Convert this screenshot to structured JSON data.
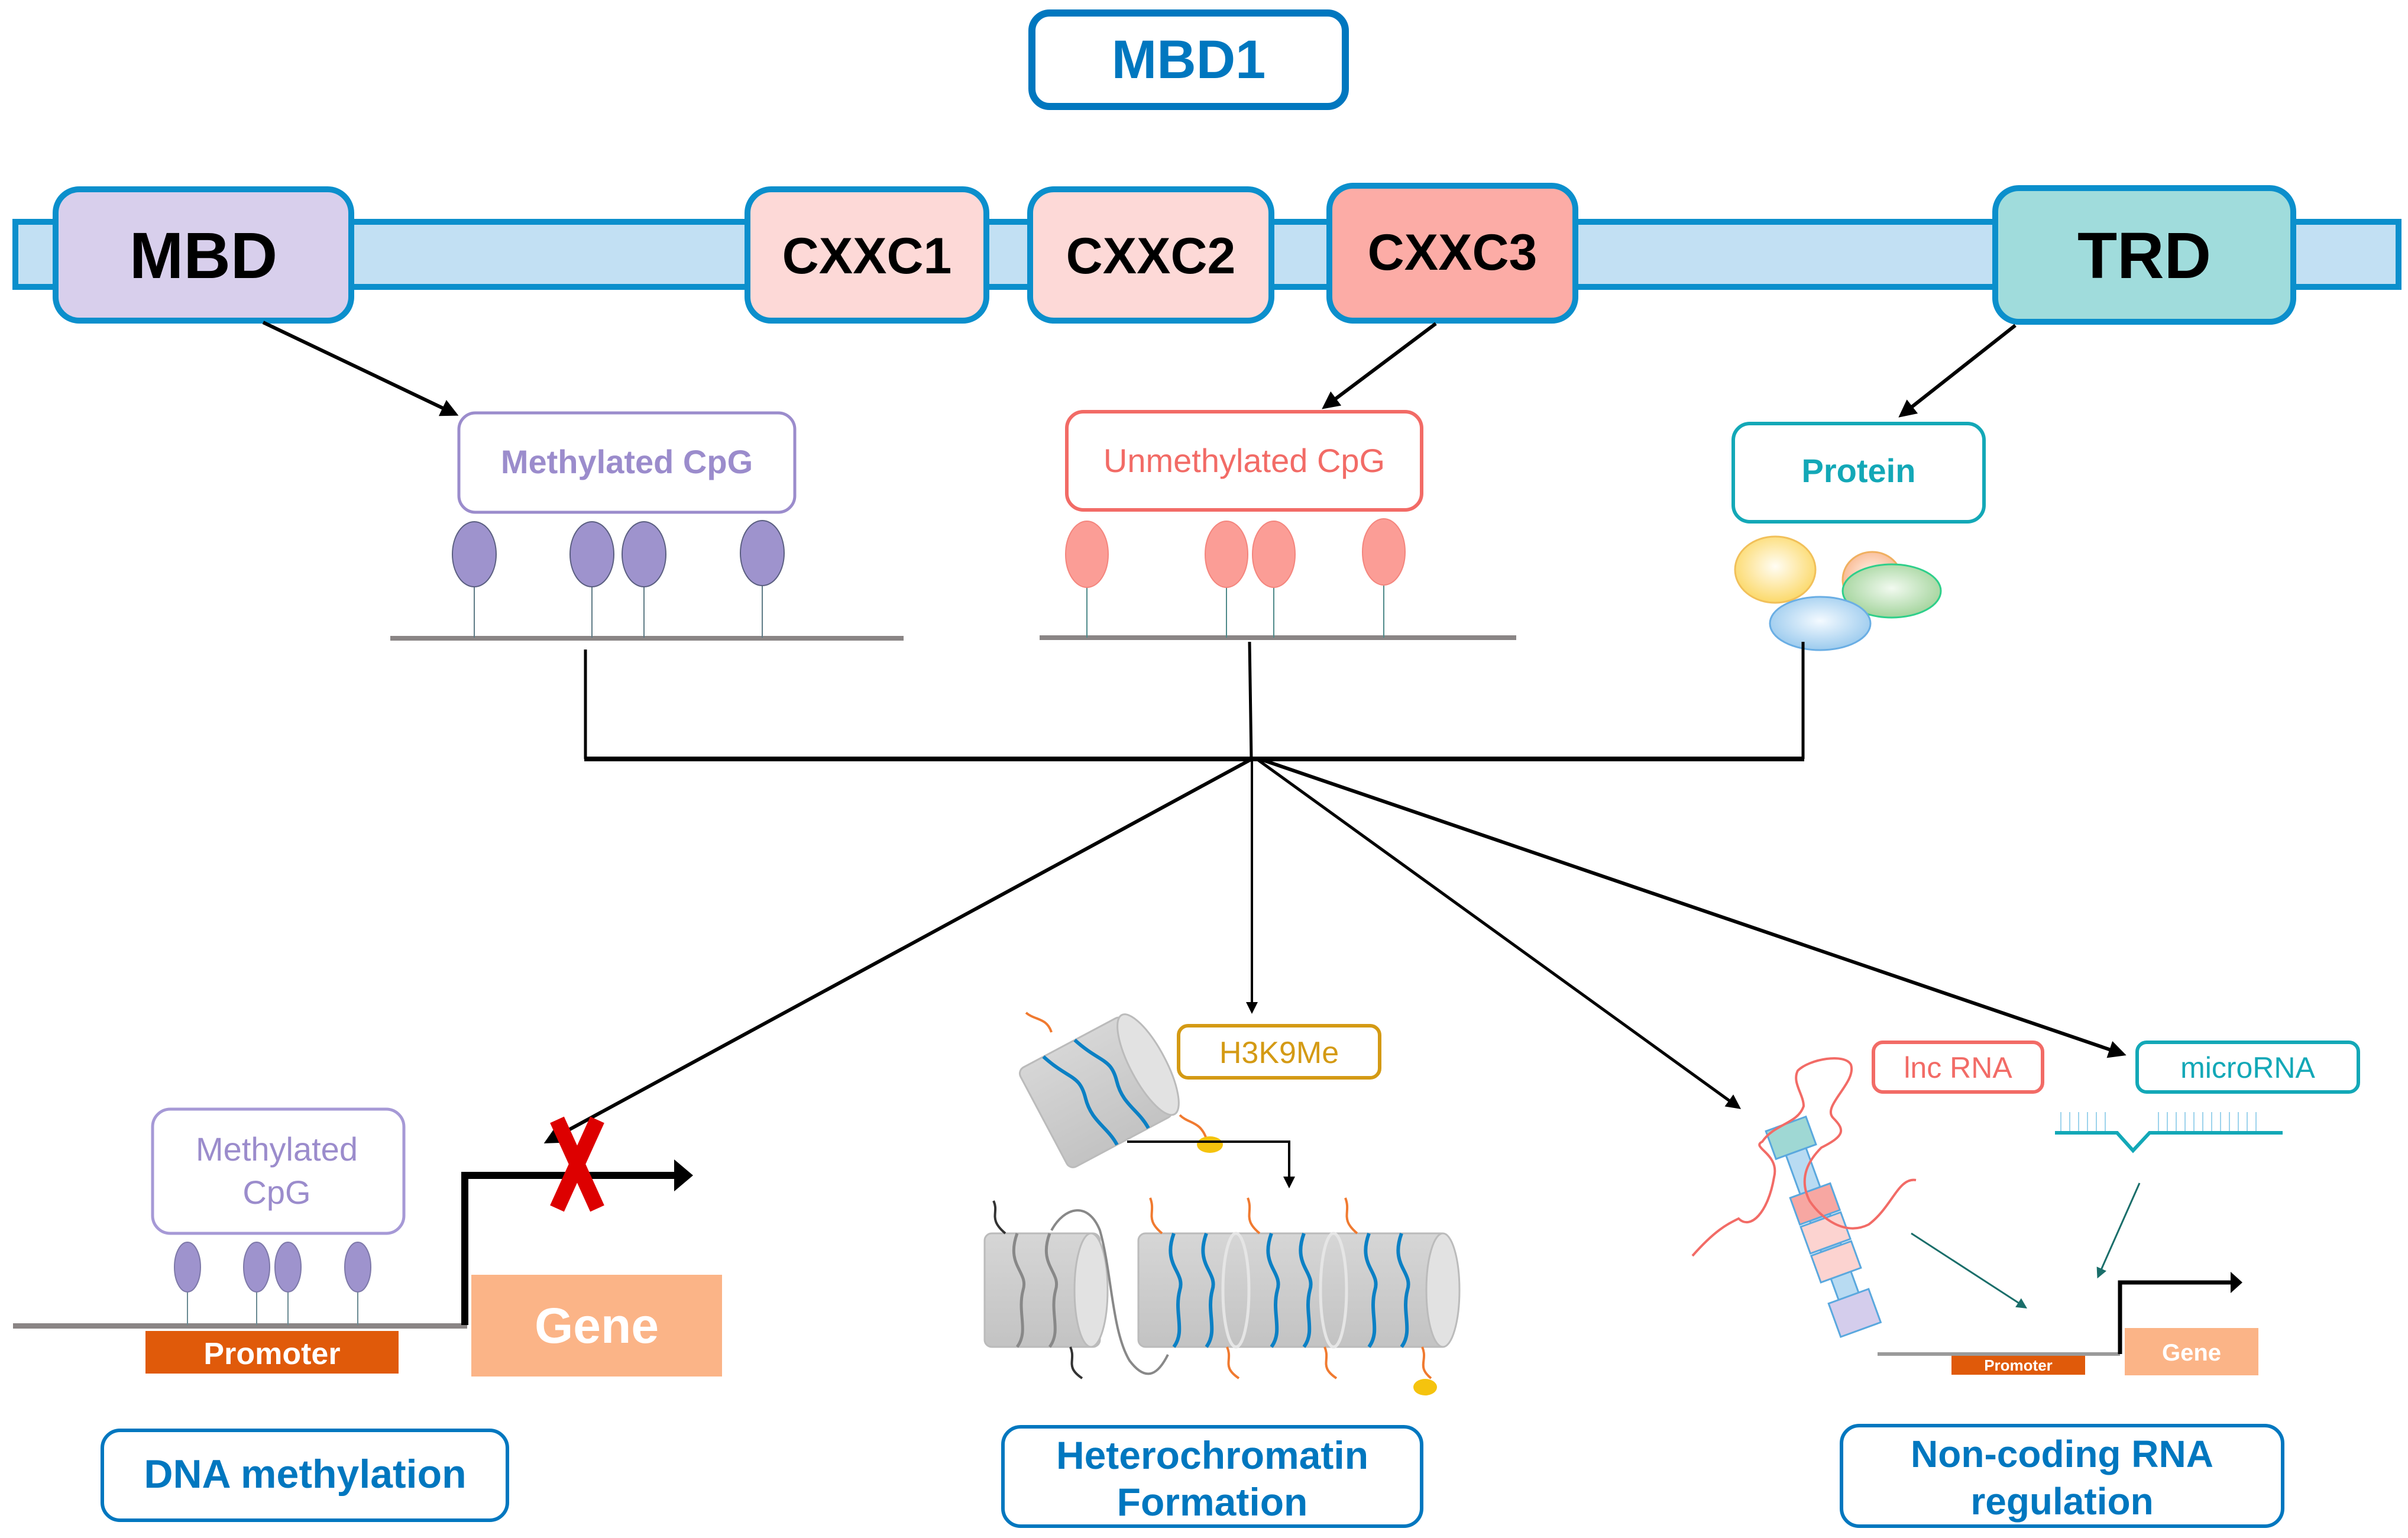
{
  "title": "MBD1",
  "domains": [
    {
      "label": "MBD",
      "color": "#d8cfec"
    },
    {
      "label": "CXXC1",
      "color": "#fdd9d7"
    },
    {
      "label": "CXXC2",
      "color": "#fdd9d7"
    },
    {
      "label": "CXXC3",
      "color": "#fcaca6"
    },
    {
      "label": "TRD",
      "color": "#a0dcdc"
    }
  ],
  "targets": {
    "methylated": {
      "label": "Methylated CpG",
      "color": "#9b8ccc"
    },
    "unmethylated": {
      "label": "Unmethylated  CpG",
      "color": "#f26b66"
    },
    "protein": {
      "label": "Protein",
      "color": "#13a8b7"
    }
  },
  "outcomes": {
    "dna_methylation": {
      "title": "DNA methylation",
      "cpg_label_line1": "Methylated",
      "cpg_label_line2": "CpG",
      "promoter_label": "Promoter",
      "gene_label": "Gene"
    },
    "heterochromatin": {
      "title_line1": "Heterochromatin",
      "title_line2": "Formation",
      "mark_label": "H3K9Me"
    },
    "ncrna": {
      "title_line1": "Non-coding RNA",
      "title_line2": "regulation",
      "lnc_label": "lnc RNA",
      "mirna_label": "microRNA",
      "promoter_label": "Promoter",
      "gene_label": "Gene"
    }
  },
  "colors": {
    "accent_blue": "#0077bf",
    "backbone": "#c2e0f3",
    "backbone_border": "#0b8fcc",
    "h3k9me": "#d49a14",
    "promoter": "#e05a0a",
    "gene": "#fbb487",
    "block_x": "#dd0000"
  }
}
